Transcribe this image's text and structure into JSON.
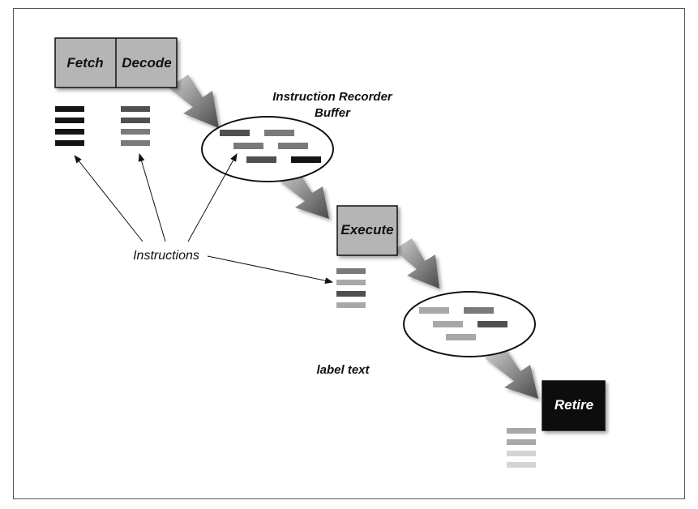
{
  "stages": {
    "fetch": "Fetch",
    "decode": "Decode",
    "execute": "Execute",
    "retire": "Retire"
  },
  "labels": {
    "reorder_buffer_line1": "Instruction Recorder",
    "reorder_buffer_line2": "Buffer",
    "instructions": "Instructions",
    "label_text": "label text"
  },
  "colors": {
    "stage_fill": "#b5b5b5",
    "retire_fill": "#111111",
    "arrow_dark": "#555555",
    "arrow_light": "#cfcfcf",
    "instr_black": "#141414",
    "instr_dark": "#505050",
    "instr_mid": "#7a7a7a",
    "instr_light": "#a8a8a8",
    "instr_faint": "#d4d4d4"
  }
}
